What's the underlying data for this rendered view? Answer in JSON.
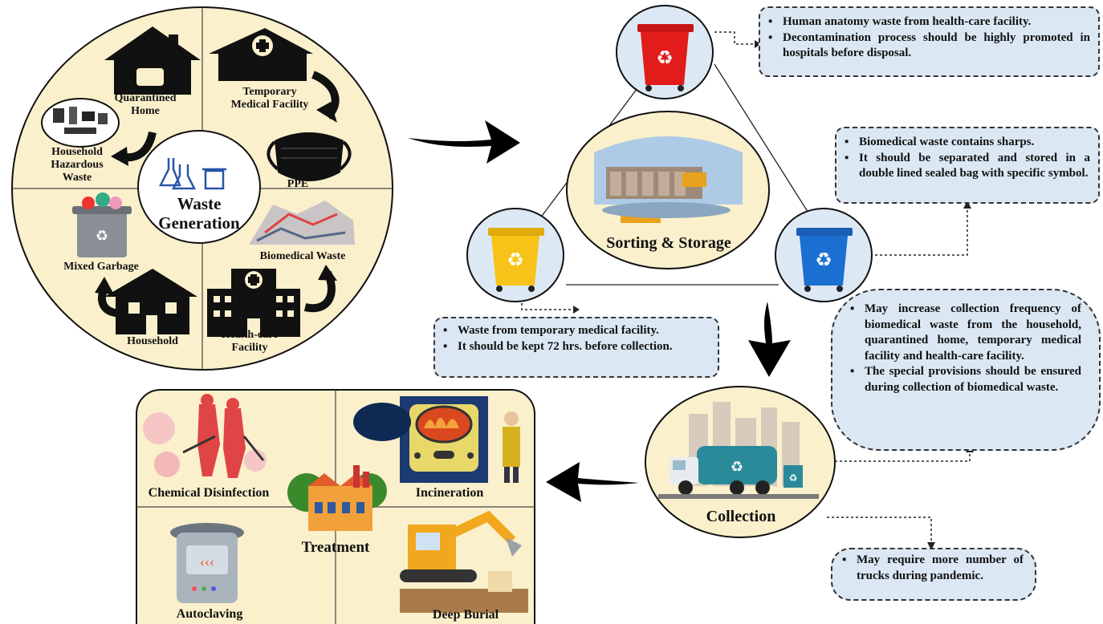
{
  "generation": {
    "center_title_line1": "Waste",
    "center_title_line2": "Generation",
    "labels": {
      "quarantined_home": [
        "Quarantined",
        "Home"
      ],
      "temporary_medical": [
        "Temporary",
        "Medical Facility"
      ],
      "household_hazardous": [
        "Household",
        "Hazardous",
        "Waste"
      ],
      "ppe": "PPE",
      "mixed_garbage": "Mixed Garbage",
      "biomedical_waste": "Biomedical Waste",
      "household": "Household",
      "healthcare_facility": [
        "Health-care",
        "Facility"
      ]
    }
  },
  "sorting": {
    "title": "Sorting & Storage",
    "bins": {
      "top": "red-bin",
      "left": "yellow-bin",
      "right": "blue-bin"
    },
    "colors": {
      "red": "#e21b1b",
      "yellow": "#f7c318",
      "blue": "#1b6fd1",
      "circle": "#dce9f5"
    }
  },
  "notes": {
    "red": [
      "Human anatomy waste from health-care facility.",
      "Decontamination process should be highly promoted in hospitals before disposal."
    ],
    "blue": [
      "Biomedical waste contains sharps.",
      "It should be separated and stored in a double lined sealed bag with specific symbol."
    ],
    "yellow": [
      "Waste from temporary medical facility.",
      "It should be kept 72 hrs. before collection."
    ],
    "collection": [
      "May increase collection frequency of biomedical waste from the household, quarantined home, temporary medical facility and health-care facility.",
      "The special provisions should be ensured during collection of biomedical waste."
    ],
    "trucks": [
      "May require more number of trucks during pandemic."
    ]
  },
  "collection": {
    "title": "Collection"
  },
  "treatment": {
    "center_title": "Treatment",
    "labels": {
      "chemical": "Chemical Disinfection",
      "incineration": "Incineration",
      "autoclaving": "Autoclaving",
      "deep_burial": "Deep Burial"
    }
  }
}
